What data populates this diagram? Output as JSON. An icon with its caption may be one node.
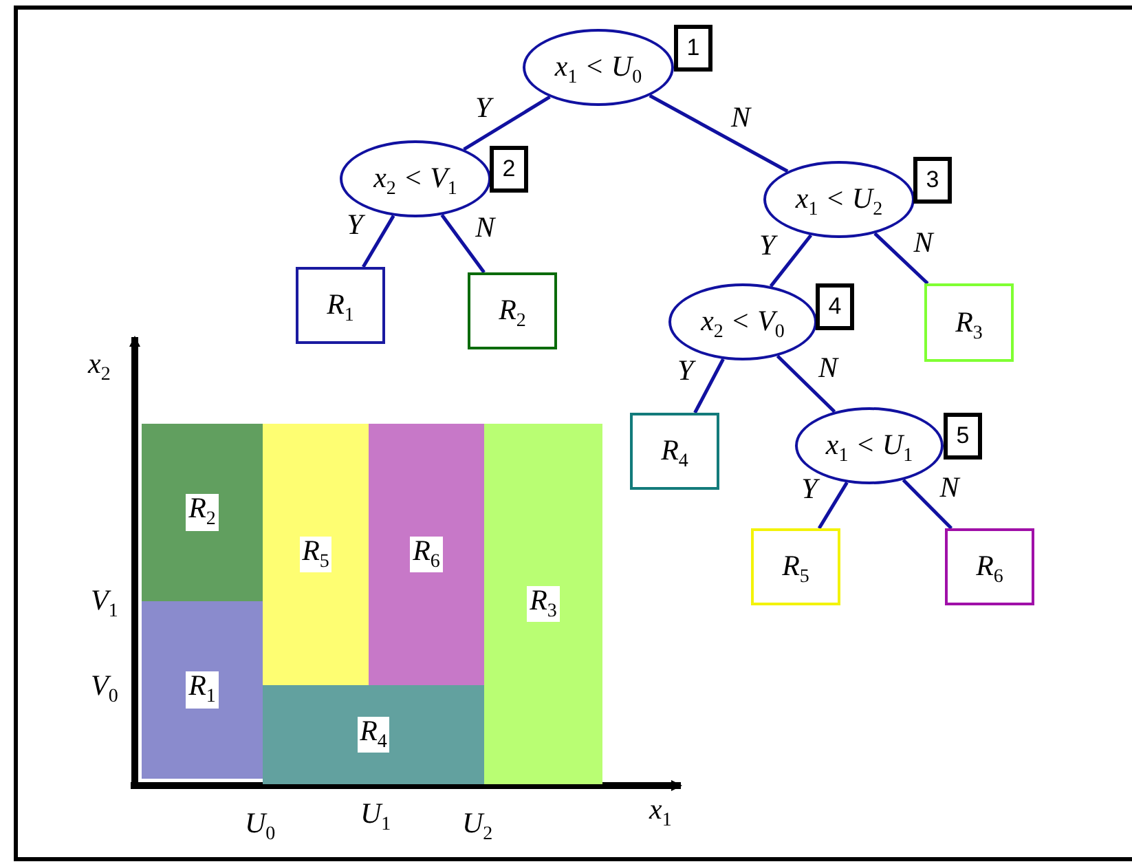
{
  "diagram": {
    "nodes": [
      {
        "text": [
          "x$_{1}$ < U$_{0}$"
        ],
        "beside": [
          "1"
        ]
      },
      {
        "text": [
          "x$_{2}$ < V$_{1}$"
        ],
        "beside": [
          "2"
        ]
      },
      {
        "text": [
          "x$_{1}$ < U$_{2}$"
        ],
        "beside": [
          "3"
        ]
      },
      {
        "text": [
          "R$_{1}$"
        ]
      },
      {
        "text": [
          "R$_{2}$"
        ]
      },
      {
        "text": [
          "x$_{2}$ < V$_{0}$"
        ],
        "beside": [
          "4"
        ]
      },
      {
        "text": [
          "R$_{3}$"
        ]
      },
      {
        "text": [
          "R$_{4}$"
        ]
      },
      {
        "text": [
          "x$_{1}$ < U$_{1}$"
        ],
        "beside": [
          "5"
        ]
      },
      {
        "text": [
          "R$_{5}$"
        ]
      },
      {
        "text": [
          "R$_{6}$"
        ]
      },
      {
        "text": [
          "R$_{2}$"
        ]
      },
      {
        "text": [
          "R$_{5}$"
        ]
      },
      {
        "text": [
          "R$_{6}$"
        ]
      },
      {
        "text": [
          "R$_{3}$"
        ]
      },
      {
        "text": [
          "R$_{1}$"
        ]
      },
      {
        "text": [
          "R$_{4}$"
        ]
      }
    ],
    "edges": [
      {
        "from": 0,
        "to": 1,
        "arrow": "none",
        "label": "Y"
      },
      {
        "from": 0,
        "to": 2,
        "arrow": "none",
        "label": "N"
      },
      {
        "from": 1,
        "to": 3,
        "arrow": "none",
        "label": "Y"
      },
      {
        "from": 1,
        "to": 4,
        "arrow": "none",
        "label": "N"
      },
      {
        "from": 2,
        "to": 5,
        "arrow": "none",
        "label": "Y"
      },
      {
        "from": 2,
        "to": 6,
        "arrow": "none",
        "label": "N"
      },
      {
        "from": 5,
        "to": 7,
        "arrow": "none",
        "label": "Y"
      },
      {
        "from": 5,
        "to": 8,
        "arrow": "none",
        "label": "N"
      },
      {
        "from": 8,
        "to": 9,
        "arrow": "none",
        "label": "Y"
      },
      {
        "from": 8,
        "to": 10,
        "arrow": "none",
        "label": "N"
      }
    ],
    "labels": [
      "x$_{2}$",
      "V$_{1}$",
      "V$_{0}$",
      "U$_{0}$",
      "U$_{1}$",
      "U$_{2}$",
      "x$_{1}$"
    ]
  }
}
